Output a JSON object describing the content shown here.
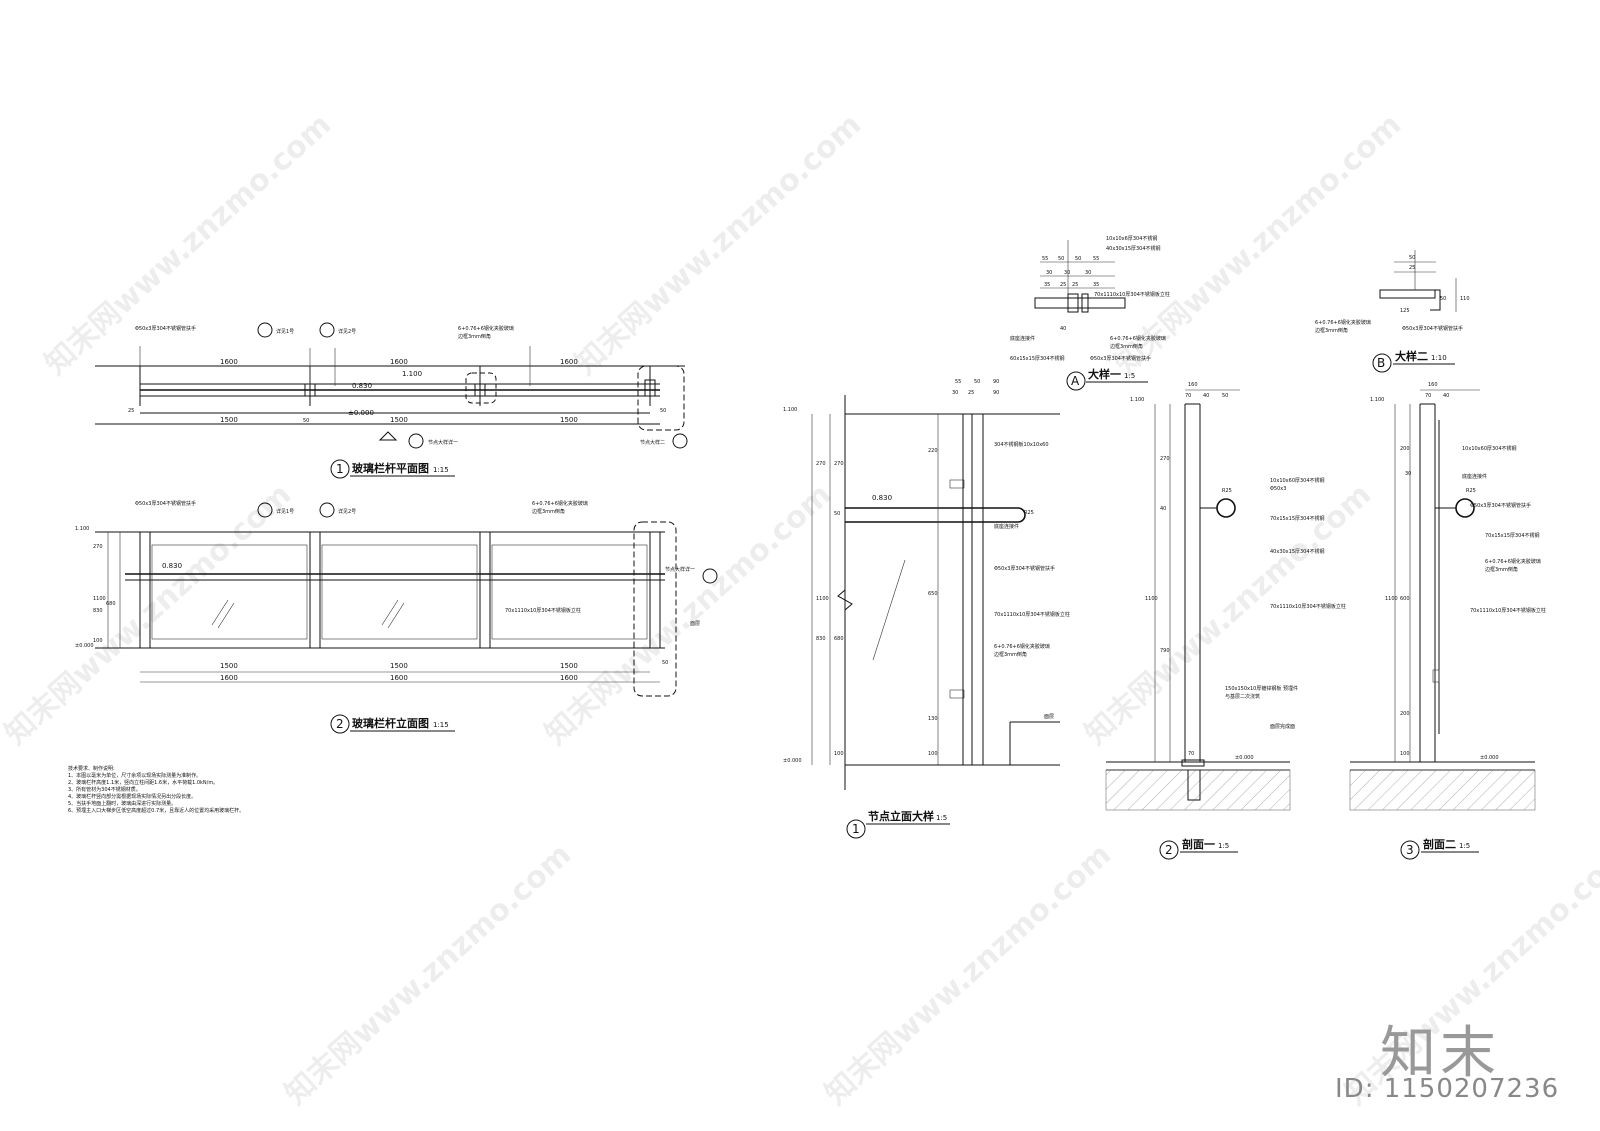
{
  "drawing": {
    "plan_title": "玻璃栏杆平面图",
    "plan_scale": "1:15",
    "elev_title": "玻璃栏杆立面图",
    "elev_scale": "1:15",
    "node_title": "节点立面大样",
    "node_scale": "1:5",
    "sec1_title": "剖面一",
    "sec1_scale": "1:5",
    "sec2_title": "剖面二",
    "sec2_scale": "1:5",
    "detA_title": "大样一",
    "detA_scale": "1:5",
    "detB_title": "大样二",
    "detB_scale": "1:10",
    "num1": "1",
    "num2": "2",
    "num3": "3",
    "letterA": "A",
    "letterB": "B"
  },
  "dims": {
    "d1600": "1600",
    "d1500": "1500",
    "d50": "50",
    "d25": "25",
    "d100": "100",
    "d270": "270",
    "d1100": "1100",
    "d830": "830",
    "d680": "680",
    "d650": "650",
    "d220": "220",
    "d130": "130",
    "d790": "790",
    "d600": "600",
    "d200": "200",
    "d160": "160",
    "d70": "70",
    "d40": "40",
    "d55": "55",
    "d30": "30",
    "d90": "90",
    "d35": "35",
    "d110": "110",
    "d125": "125",
    "lvl1100": "1.100",
    "lvl830": "0.830",
    "lvl0": "±0.000"
  },
  "labels": {
    "rail": "Φ50x3厚304不锈钢管扶手",
    "glass": "6+0.76+6钢化夹胶玻璃",
    "glass_sub": "边框3mm倒角",
    "post": "70x1110x10厚304不锈钢板立柱",
    "clip": "304不锈钢板10x10x60",
    "rail2": "Φ50x3",
    "bar70": "70x15x15厚304不锈钢",
    "bar40": "40x30x15厚304不锈钢",
    "embed": "150x150x10厚镀锌钢板 预埋件",
    "embed2": "与基层二次浇筑",
    "floor": "面层",
    "floor2": "面层完成面",
    "pad": "底座连接件",
    "clip2": "10x10x60厚304不锈钢",
    "top1": "10x10x6厚304不锈钢",
    "top2": "40x30x15厚304不锈钢",
    "top3": "70x1110x10厚304不锈钢板立柱",
    "ref1": "详见1号",
    "ref2": "详见2号",
    "nodeA": "节点大样详一",
    "nodeB": "节点大样二",
    "r25": "R25",
    "r60": "60x15x15厚304不锈钢"
  },
  "notes": {
    "heading": "技术要求、制作说明:",
    "n1": "1、本图以毫米为单位，尺寸余项以现场实际测量为准制作。",
    "n2": "2、玻璃栏杆高度1.1米，竖向立柱间距1.6米，水平荷载1.0kN/m。",
    "n3": "3、所有管材为304不锈钢材质。",
    "n4": "4、玻璃栏杆竖向部分需根据现场实际情况另出分段长度。",
    "n5": "5、当扶手地面上翻时，玻璃由深进行实际测量。",
    "n6": "6、预埋主入口大梯步区低空高度超过0.7米，且靠近人的位置均采用玻璃栏杆。"
  },
  "brand": {
    "logo": "知末",
    "id": "ID: 1150207236",
    "watermark": "知末网www.znzmo.com"
  }
}
